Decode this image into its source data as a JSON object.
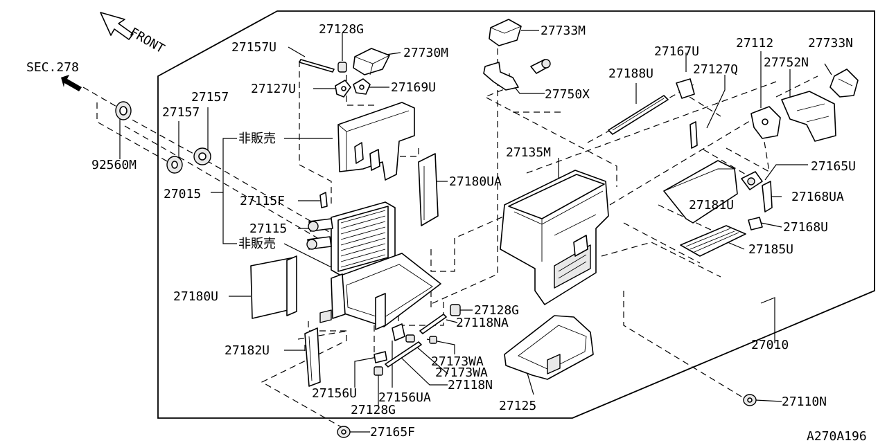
{
  "diagram": {
    "front_label": "FRONT",
    "section_ref": "SEC.278",
    "drawing_id": "A270A196",
    "not_for_sale_note": "非販売",
    "parts": {
      "p27128G_top": "27128G",
      "p27157U": "27157U",
      "p27730M": "27730M",
      "p27127U": "27127U",
      "p27169U": "27169U",
      "p27157_a": "27157",
      "p27157_b": "27157",
      "p92560M": "92560M",
      "p27015": "27015",
      "p27115F": "27115F",
      "p27115": "27115",
      "p27180U": "27180U",
      "p27182U": "27182U",
      "p27180UA": "27180UA",
      "p27733M": "27733M",
      "p27750X": "27750X",
      "p27135M": "27135M",
      "p27167U": "27167U",
      "p27188U": "27188U",
      "p27127Q": "27127Q",
      "p27112": "27112",
      "p27733N": "27733N",
      "p27752N": "27752N",
      "p27165U": "27165U",
      "p27168UA": "27168UA",
      "p27181U": "27181U",
      "p27168U": "27168U",
      "p27185U": "27185U",
      "p27128G_mid": "27128G",
      "p27118NA": "27118NA",
      "p27173WA_a": "27173WA",
      "p27173WA_b": "27173WA",
      "p27118N": "27118N",
      "p27156U": "27156U",
      "p27156UA": "27156UA",
      "p27128G_bot": "27128G",
      "p27125": "27125",
      "p27010": "27010",
      "p27110N": "27110N",
      "p27165F": "27165F"
    }
  }
}
